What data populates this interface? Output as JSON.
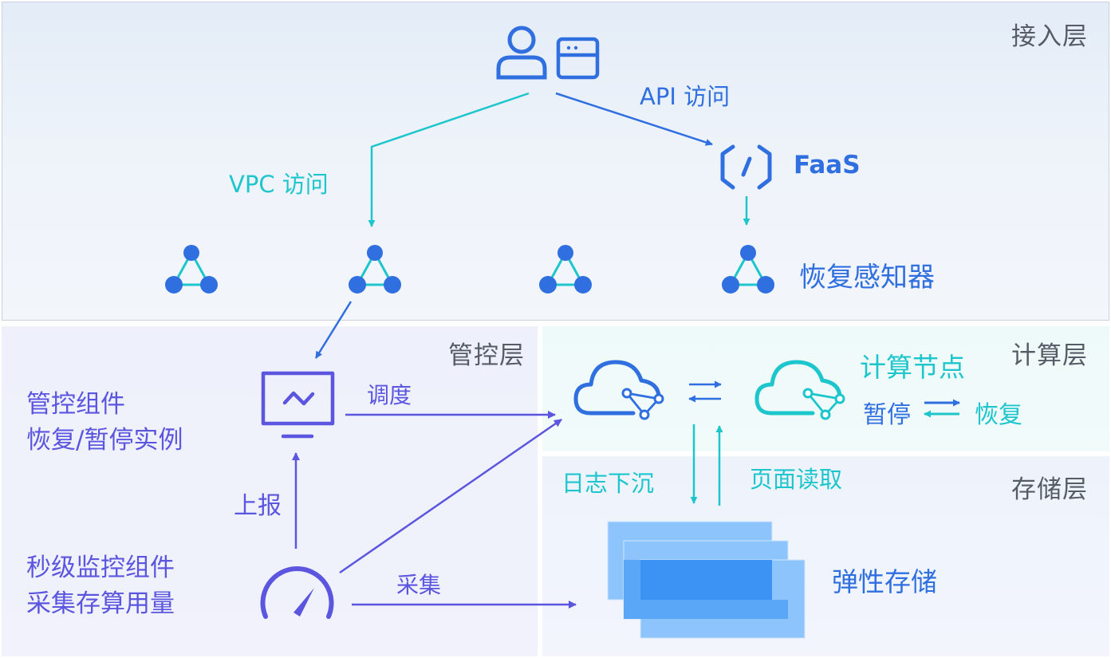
{
  "layers": {
    "access": "接入层",
    "control": "管控层",
    "compute": "计算层",
    "storage": "存储层"
  },
  "labels": {
    "api_access": "API 访问",
    "vpc_access": "VPC 访问",
    "faas": "FaaS",
    "recovery_sensor": "恢复感知器",
    "control_component_line1": "管控组件",
    "control_component_line2": "恢复/暂停实例",
    "schedule": "调度",
    "report": "上报",
    "monitor_line1": "秒级监控组件",
    "monitor_line2": "采集存算用量",
    "collect": "采集",
    "compute_node": "计算节点",
    "pause": "暂停",
    "resume": "恢复",
    "log_sink": "日志下沉",
    "page_read": "页面读取",
    "elastic_storage": "弹性存储"
  },
  "colors": {
    "blue": "#2f6fe0",
    "teal": "#1dc6cc",
    "indigo": "#5b55e0",
    "storage_front": "#3d93f4",
    "storage_back": "#86c2fb",
    "layer_text": "#555c66"
  },
  "icons": [
    "user-icon",
    "browser-window-icon",
    "faas-hexagon-icon",
    "sensor-node-icon",
    "monitor-screen-icon",
    "speedometer-icon",
    "cloud-node-icon",
    "storage-stack-icon"
  ]
}
